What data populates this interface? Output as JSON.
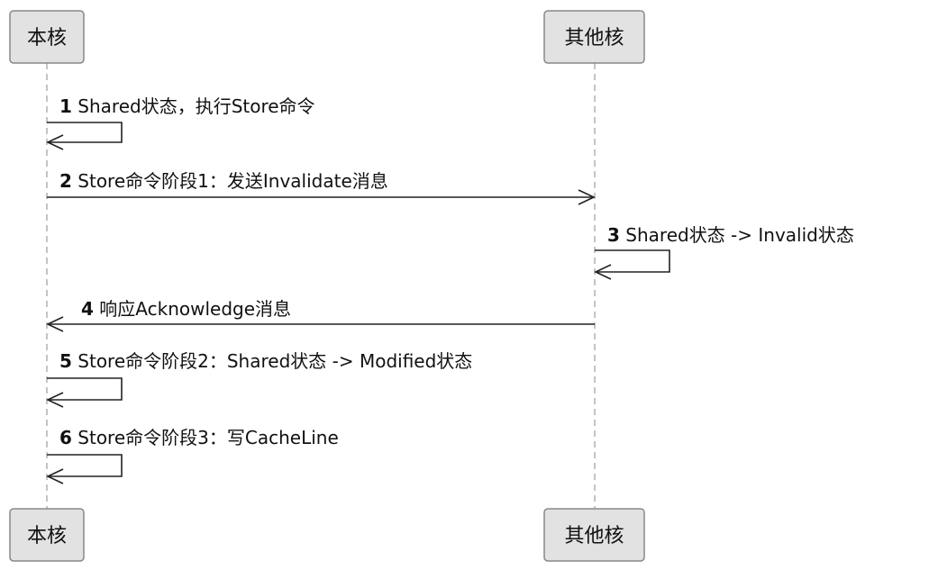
{
  "participants": [
    {
      "id": "local",
      "label": "本核"
    },
    {
      "id": "other",
      "label": "其他核"
    }
  ],
  "messages": [
    {
      "num": "1",
      "text": "Shared状态，执行Store命令",
      "from": "local",
      "to": "local"
    },
    {
      "num": "2",
      "text": "Store命令阶段1：发送Invalidate消息",
      "from": "local",
      "to": "other"
    },
    {
      "num": "3",
      "text": "Shared状态 -> Invalid状态",
      "from": "other",
      "to": "other"
    },
    {
      "num": "4",
      "text": "响应Acknowledge消息",
      "from": "other",
      "to": "local"
    },
    {
      "num": "5",
      "text": "Store命令阶段2：Shared状态 -> Modified状态",
      "from": "local",
      "to": "local"
    },
    {
      "num": "6",
      "text": "Store命令阶段3：写CacheLine",
      "from": "local",
      "to": "local"
    }
  ]
}
